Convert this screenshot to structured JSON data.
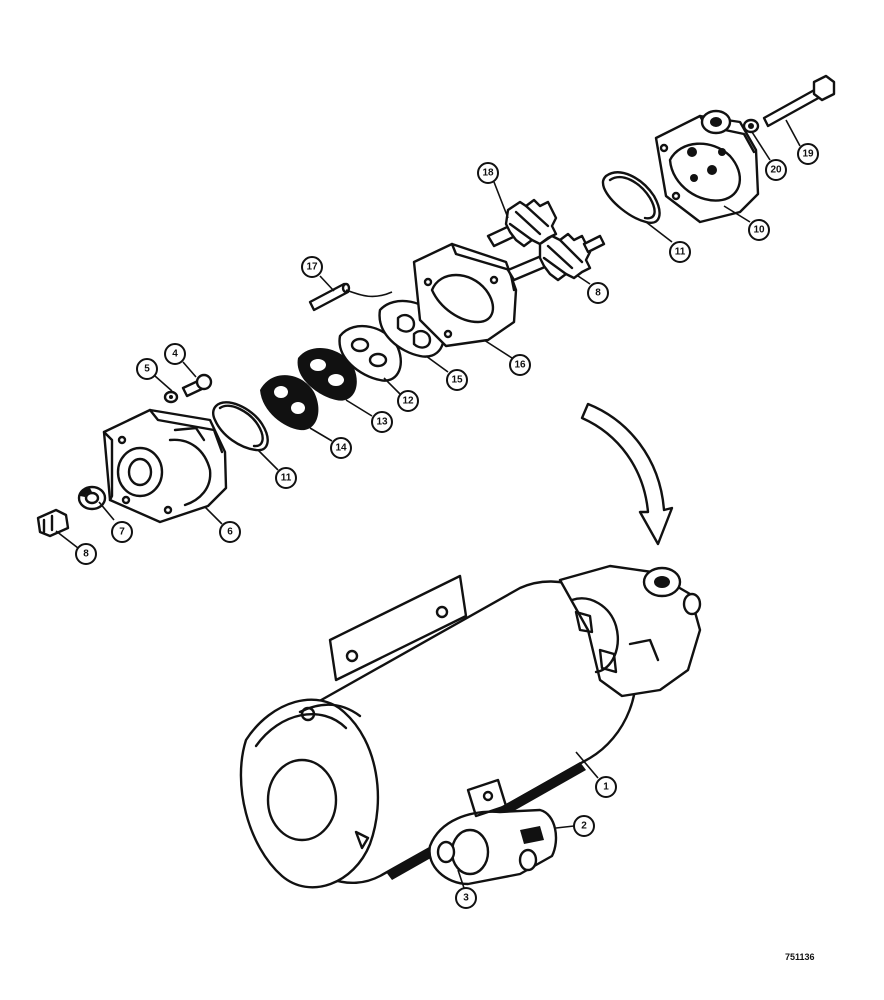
{
  "callouts": {
    "c1": "1",
    "c2": "2",
    "c3": "3",
    "c4": "4",
    "c5": "5",
    "c6": "6",
    "c7": "7",
    "c8a": "8",
    "c8b": "8",
    "c10": "10",
    "c11a": "11",
    "c11b": "11",
    "c12": "12",
    "c13": "13",
    "c14": "14",
    "c15": "15",
    "c16": "16",
    "c17": "17",
    "c18": "18",
    "c19": "19",
    "c20": "20"
  },
  "reference_code": "751136"
}
